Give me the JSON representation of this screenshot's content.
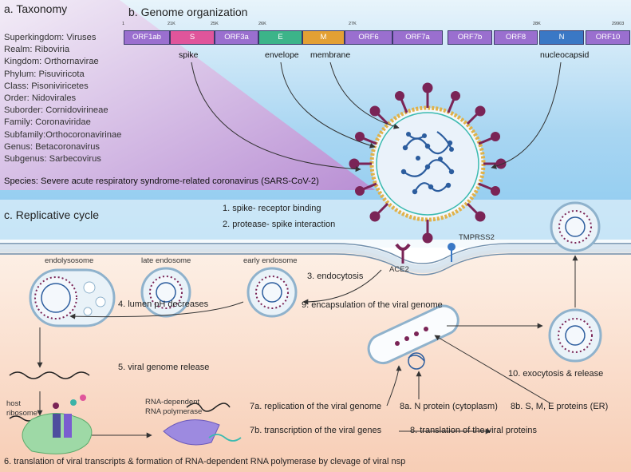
{
  "taxonomy": {
    "title": "a. Taxonomy",
    "lines": [
      "Superkingdom: Viruses",
      "Realm: Riboviria",
      "Kingdom: Orthornavirae",
      "Phylum: Pisuviricota",
      "Class: Pisoniviricetes",
      "Order: Nidovirales",
      "Suborder: Cornidovirineae",
      "Family: Coronaviridae",
      "Subfamily:Orthocoronavirinae",
      "Genus: Betacoronavirus",
      "Subgenus: Sarbecovirus"
    ],
    "species": "Species: Severe acute respiratory syndrome-related coronavirus (SARS-CoV-2)"
  },
  "genome": {
    "title": "b. Genome organization",
    "ticks": [
      "1",
      "21K",
      "25K",
      "26K",
      "27K",
      "28K",
      "29903"
    ],
    "orfs": [
      "ORF1ab",
      "S",
      "ORF3a",
      "E",
      "M",
      "ORF6",
      "ORF7a",
      "ORF7b",
      "ORF8",
      "N",
      "ORF10"
    ],
    "gene_labels": [
      "spike",
      "envelope",
      "membrane",
      "nucleocapsid"
    ]
  },
  "cycle": {
    "title": "c. Replicative cycle",
    "steps": [
      "1. spike- receptor binding",
      "2. protease- spike interaction",
      "3. endocytosis",
      "4. lumen pH decreases",
      "5. viral genome release",
      "6. translation of viral transcripts & formation of RNA-dependent RNA polymerase by clevage of viral nsp",
      "7a. replication of the viral genome",
      "7b. transcription of the viral genes",
      "8. translation of the viral proteins",
      "8a. N protein (cytoplasm)",
      "8b. S, M, E proteins (ER)",
      "9. encapsulation of the viral genome",
      "10. exocytosis & release"
    ],
    "structures": [
      "ACE2",
      "TMPRSS2",
      "endolysosome",
      "late endosome",
      "early endosome",
      "host",
      "ribosome",
      "RNA-dependent",
      "RNA polymerase"
    ]
  },
  "colors": {
    "orf_purple": "#9a6fcf",
    "spike_pink": "#e0559b",
    "envelope_green": "#3cb489",
    "membrane_orange": "#e3a034",
    "nucleocapsid_blue": "#3a78c5",
    "spike_maroon": "#7a2456",
    "taxonomy_bg": "#cbb4df",
    "sky_blue": "#a8d3ef",
    "cytoplasm_peach": "#f8dccb"
  }
}
